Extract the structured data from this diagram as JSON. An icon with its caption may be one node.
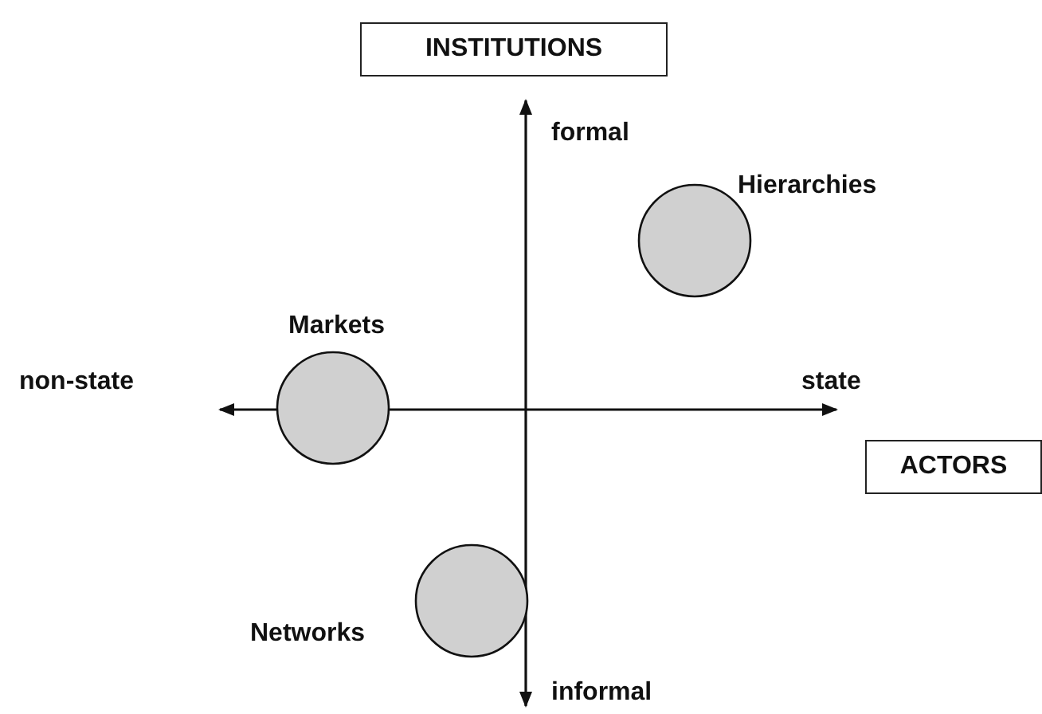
{
  "diagram": {
    "nodes": [
      {
        "text": [
          "INSTITUTIONS"
        ]
      },
      {
        "text": [
          "Hierarchies"
        ]
      },
      {
        "text": [
          "Markets"
        ]
      },
      {
        "text": [
          "ACTORS"
        ]
      },
      {
        "text": [
          "Networks"
        ]
      }
    ],
    "labels": [
      "formal",
      "non-state",
      "state",
      "informal"
    ]
  }
}
